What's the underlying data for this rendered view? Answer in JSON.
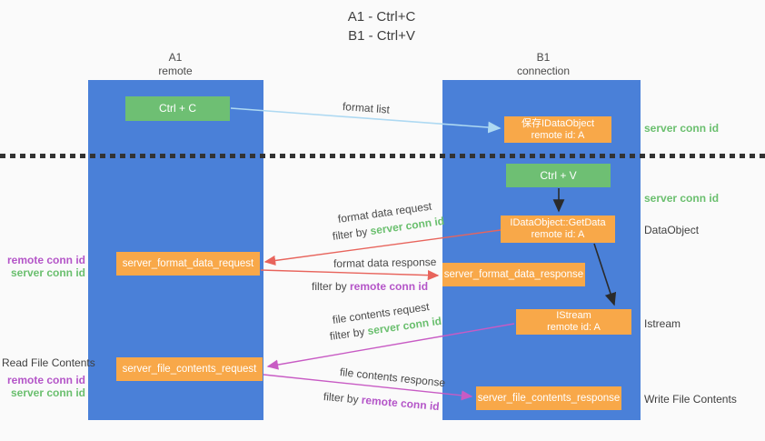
{
  "title": {
    "line1": "A1 - Ctrl+C",
    "line2": "B1 - Ctrl+V"
  },
  "lanes": {
    "left": {
      "id": "A1",
      "name": "remote"
    },
    "right": {
      "id": "B1",
      "name": "connection"
    }
  },
  "nodes": {
    "ctrl_c": {
      "label": "Ctrl + C"
    },
    "save_idataobject": {
      "line1": "保存IDataObject",
      "line2": "remote id: A"
    },
    "ctrl_v": {
      "label": "Ctrl + V"
    },
    "getdata": {
      "line1": "IDataObject::GetData",
      "line2": "remote id: A"
    },
    "server_format_data_request": {
      "label": "server_format_data_request"
    },
    "server_format_data_response": {
      "label": "server_format_data_response"
    },
    "istream": {
      "line1": "IStream",
      "line2": "remote id: A"
    },
    "server_file_contents_request": {
      "label": "server_file_contents_request"
    },
    "server_file_contents_response": {
      "label": "server_file_contents_response"
    }
  },
  "annotations": {
    "server_conn_id_top": "server conn id",
    "server_conn_id_mid": "server conn id",
    "dataobject": "DataObject",
    "istream": "Istream",
    "write_file_contents": "Write File Contents",
    "read_file_contents": "Read File Contents",
    "left_block1": {
      "remote": "remote conn id",
      "server": "server conn id"
    },
    "left_block2": {
      "remote": "remote conn id",
      "server": "server conn id"
    }
  },
  "arrow_labels": {
    "format_list": "format list",
    "format_data_request": "format data request",
    "format_data_response": "format data response",
    "file_contents_request": "file contents request",
    "file_contents_response": "file contents response",
    "filter_by": "filter by ",
    "server_conn_id": "server conn id",
    "remote_conn_id": "remote conn id"
  },
  "colors": {
    "panel_blue": "#4a80d8",
    "node_orange": "#f8a849",
    "node_green": "#6ebf73",
    "text_green": "#6abf6e",
    "text_purple": "#b455c8",
    "arrow_red": "#e8645c",
    "arrow_magenta": "#c85bc4",
    "arrow_lightblue": "#aed9f2",
    "arrow_black": "#2a2a2a",
    "background": "#fafafa"
  }
}
